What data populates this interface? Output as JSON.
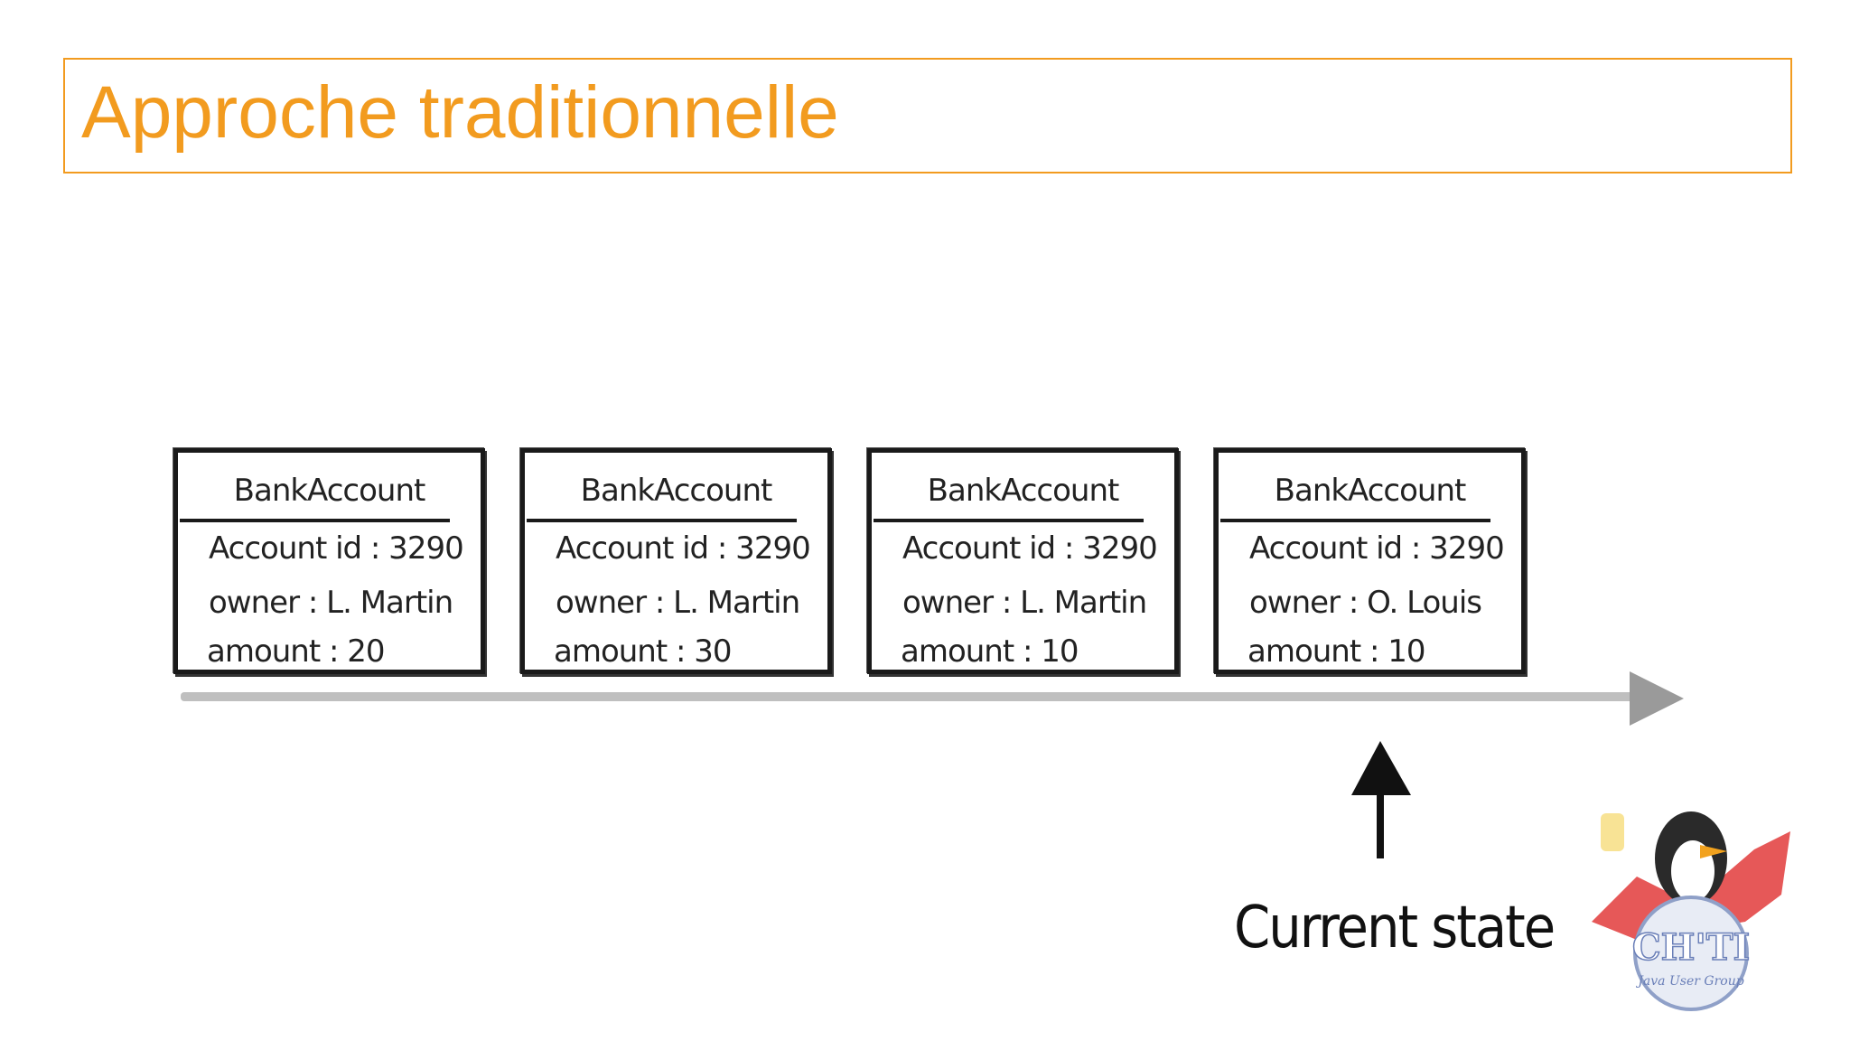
{
  "slide": {
    "title": "Approche traditionnelle"
  },
  "cards": [
    {
      "title": "BankAccount",
      "account": "Account id : 3290",
      "owner": "owner : L. Martin",
      "amount": "amount : 20"
    },
    {
      "title": "BankAccount",
      "account": "Account id : 3290",
      "owner": "owner : L. Martin",
      "amount": "amount : 30"
    },
    {
      "title": "BankAccount",
      "account": "Account id : 3290",
      "owner": "owner : L. Martin",
      "amount": "amount : 10"
    },
    {
      "title": "BankAccount",
      "account": "Account id : 3290",
      "owner": "owner : O. Louis",
      "amount": "amount : 10"
    }
  ],
  "pointer": {
    "label": "Current state"
  },
  "logo": {
    "text": "CH'TI",
    "subtext": "Java User Group"
  },
  "colors": {
    "accent": "#f29b1f",
    "ink": "#1a1a1a",
    "timeline": "#b4b4b4"
  }
}
